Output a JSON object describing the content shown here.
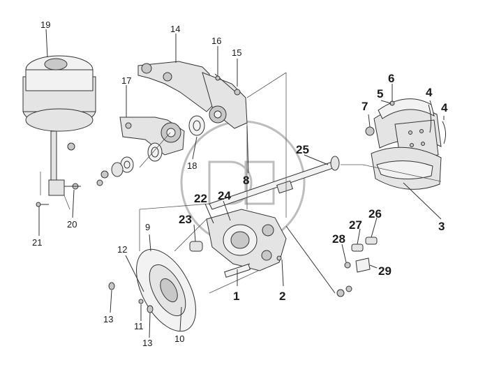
{
  "labels": {
    "p1": "1",
    "p2": "2",
    "p3": "3",
    "p4a": "4",
    "p4b": "4",
    "p5": "5",
    "p6": "6",
    "p7": "7",
    "p8": "8",
    "p9": "9",
    "p10": "10",
    "p11": "11",
    "p12": "12",
    "p13a": "13",
    "p13b": "13",
    "p14": "14",
    "p15": "15",
    "p16": "16",
    "p17": "17",
    "p18": "18",
    "p19": "19",
    "p20": "20",
    "p21": "21",
    "p22": "22",
    "p23": "23",
    "p24": "24",
    "p25": "25",
    "p26": "26",
    "p27": "27",
    "p28": "28",
    "p29": "29"
  }
}
